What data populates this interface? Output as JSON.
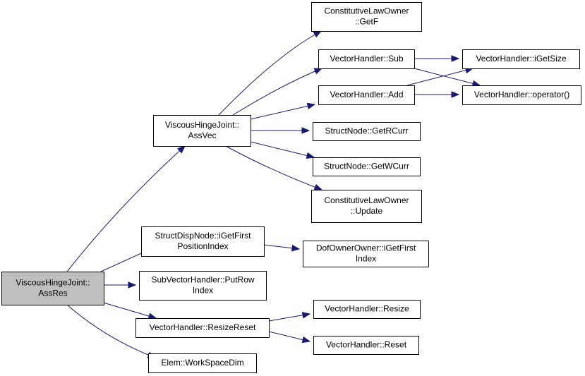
{
  "graph": {
    "colors": {
      "root_fill": "#bfbfbf",
      "node_fill": "#ffffff",
      "edge": "#191970"
    },
    "nodes": [
      {
        "id": "assres",
        "lines": [
          "ViscousHingeJoint::",
          "AssRes"
        ],
        "root": true
      },
      {
        "id": "assvec",
        "lines": [
          "ViscousHingeJoint::",
          "AssVec"
        ]
      },
      {
        "id": "getf",
        "lines": [
          "ConstitutiveLawOwner",
          "::GetF"
        ]
      },
      {
        "id": "sub",
        "lines": [
          "VectorHandler::Sub"
        ]
      },
      {
        "id": "add",
        "lines": [
          "VectorHandler::Add"
        ]
      },
      {
        "id": "igetsize",
        "lines": [
          "VectorHandler::iGetSize"
        ]
      },
      {
        "id": "operator",
        "lines": [
          "VectorHandler::operator()"
        ]
      },
      {
        "id": "getrcurr",
        "lines": [
          "StructNode::GetRCurr"
        ]
      },
      {
        "id": "getwcurr",
        "lines": [
          "StructNode::GetWCurr"
        ]
      },
      {
        "id": "update",
        "lines": [
          "ConstitutiveLawOwner",
          "::Update"
        ]
      },
      {
        "id": "igetfirstpos",
        "lines": [
          "StructDispNode::iGetFirst",
          "PositionIndex"
        ]
      },
      {
        "id": "igetfirstindex",
        "lines": [
          "DofOwnerOwner::iGetFirst",
          "Index"
        ]
      },
      {
        "id": "putrow",
        "lines": [
          "SubVectorHandler::PutRow",
          "Index"
        ]
      },
      {
        "id": "resizereset",
        "lines": [
          "VectorHandler::ResizeReset"
        ]
      },
      {
        "id": "resize",
        "lines": [
          "VectorHandler::Resize"
        ]
      },
      {
        "id": "reset",
        "lines": [
          "VectorHandler::Reset"
        ]
      },
      {
        "id": "workspacedim",
        "lines": [
          "Elem::WorkSpaceDim"
        ]
      }
    ],
    "edges": [
      {
        "from": "assres",
        "to": "assvec"
      },
      {
        "from": "assres",
        "to": "igetfirstpos"
      },
      {
        "from": "assres",
        "to": "putrow"
      },
      {
        "from": "assres",
        "to": "resizereset"
      },
      {
        "from": "assres",
        "to": "workspacedim"
      },
      {
        "from": "assvec",
        "to": "getf"
      },
      {
        "from": "assvec",
        "to": "sub"
      },
      {
        "from": "assvec",
        "to": "add"
      },
      {
        "from": "assvec",
        "to": "getrcurr"
      },
      {
        "from": "assvec",
        "to": "getwcurr"
      },
      {
        "from": "assvec",
        "to": "update"
      },
      {
        "from": "sub",
        "to": "igetsize"
      },
      {
        "from": "sub",
        "to": "operator"
      },
      {
        "from": "add",
        "to": "igetsize"
      },
      {
        "from": "add",
        "to": "operator"
      },
      {
        "from": "igetfirstpos",
        "to": "igetfirstindex"
      },
      {
        "from": "resizereset",
        "to": "resize"
      },
      {
        "from": "resizereset",
        "to": "reset"
      }
    ]
  }
}
